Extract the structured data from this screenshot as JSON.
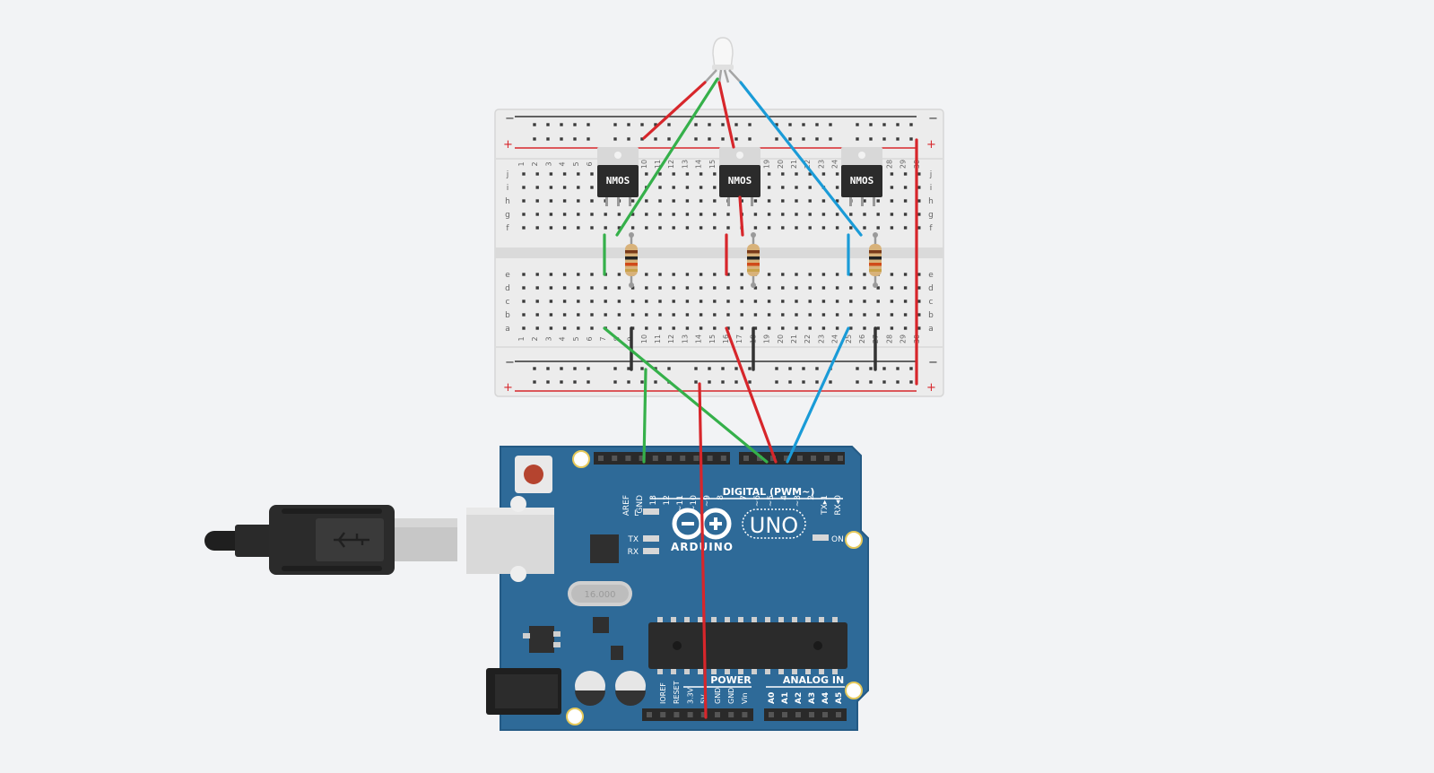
{
  "breadboard": {
    "top_minus": "−",
    "top_plus": "+",
    "bottom_minus": "−",
    "bottom_plus": "+",
    "column_numbers": [
      "1",
      "2",
      "3",
      "4",
      "5",
      "6",
      "7",
      "8",
      "9",
      "10",
      "11",
      "12",
      "13",
      "14",
      "15",
      "16",
      "17",
      "18",
      "19",
      "20",
      "21",
      "22",
      "23",
      "24",
      "25",
      "26",
      "27",
      "28",
      "29",
      "30"
    ],
    "upper_row_letters": [
      "j",
      "i",
      "h",
      "g",
      "f"
    ],
    "lower_row_letters": [
      "e",
      "d",
      "c",
      "b",
      "a"
    ]
  },
  "mosfets": [
    {
      "label": "NMOS"
    },
    {
      "label": "NMOS"
    },
    {
      "label": "NMOS"
    }
  ],
  "arduino": {
    "board_name": "UNO",
    "brand": "ARDUINO",
    "digital_label": "DIGITAL (PWM~)",
    "power_label": "POWER",
    "analog_label": "ANALOG IN",
    "crystal_label": "16.000",
    "on_label": "ON",
    "led_l": "L",
    "led_tx": "TX",
    "led_rx": "RX",
    "digital_pins": [
      "AREF",
      "GND",
      "13",
      "12",
      "~11",
      "~10",
      "~9",
      "8",
      "7",
      "~6",
      "~5",
      "4",
      "~3",
      "2",
      "TX▸1",
      "RX◂0"
    ],
    "power_pins": [
      "IOREF",
      "RESET",
      "3.3V",
      "5V",
      "GND",
      "GND",
      "Vin"
    ],
    "analog_pins": [
      "A0",
      "A1",
      "A2",
      "A3",
      "A4",
      "A5"
    ]
  },
  "colors": {
    "background": "#f2f3f5",
    "wire_red": "#d7262b",
    "wire_green": "#35b04a",
    "wire_blue": "#1a9bd7",
    "wire_black": "#333333",
    "board_blue": "#2e6a98",
    "breadboard": "#ececec"
  }
}
